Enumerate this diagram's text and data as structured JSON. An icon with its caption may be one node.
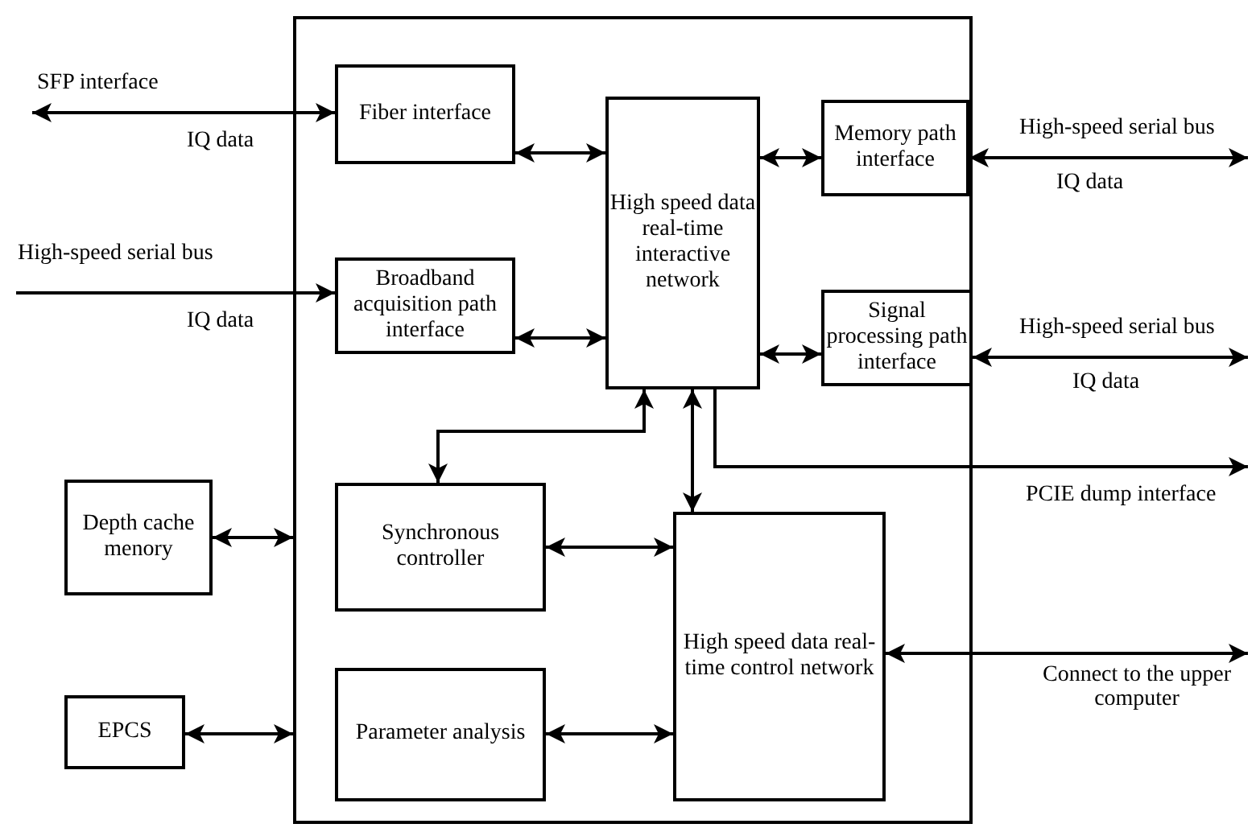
{
  "diagram": {
    "nodes": [
      {
        "text": [],
        "shape": "box"
      },
      {
        "text": [
          "Fiber interface"
        ],
        "in": 0
      },
      {
        "text": [
          "Broadband acquisition path interface"
        ],
        "in": 0
      },
      {
        "text": [
          "High speed data real-time interactive network"
        ],
        "in": 0
      },
      {
        "text": [
          "Memory path interface"
        ],
        "in": 0
      },
      {
        "text": [
          "Signal processing path interface"
        ],
        "in": 0
      },
      {
        "text": [
          "Synchronous controller"
        ],
        "in": 0
      },
      {
        "text": [
          "High speed data real-time control network"
        ],
        "in": 0
      },
      {
        "text": [
          "Parameter analysis"
        ],
        "in": 0
      },
      {
        "text": [
          "Depth cache menory"
        ]
      },
      {
        "text": [
          "EPCS"
        ]
      }
    ],
    "edges": [
      {
        "from": null,
        "to": 1,
        "arrow": "both",
        "label": "SFP interface"
      },
      {
        "from": null,
        "to": 2,
        "arrow": "to",
        "label": "High-speed serial bus"
      },
      {
        "from": 1,
        "to": 3,
        "arrow": "both"
      },
      {
        "from": 2,
        "to": 3,
        "arrow": "both"
      },
      {
        "from": 3,
        "to": 4,
        "arrow": "both"
      },
      {
        "from": 3,
        "to": 5,
        "arrow": "both"
      },
      {
        "from": 4,
        "to": null,
        "arrow": "both",
        "label": "High-speed serial bus"
      },
      {
        "from": 5,
        "to": null,
        "arrow": "both",
        "label": "High-speed serial bus"
      },
      {
        "from": 6,
        "to": 3,
        "arrow": "both"
      },
      {
        "from": 3,
        "to": 7,
        "arrow": "both"
      },
      {
        "from": 3,
        "to": null,
        "arrow": "to",
        "label": "PCIE dump interface"
      },
      {
        "from": 9,
        "to": 0,
        "arrow": "both"
      },
      {
        "from": 6,
        "to": 7,
        "arrow": "both"
      },
      {
        "from": 8,
        "to": 7,
        "arrow": "both"
      },
      {
        "from": 10,
        "to": 0,
        "arrow": "both"
      },
      {
        "from": 7,
        "to": null,
        "arrow": "both",
        "label": "Connect to the upper computer"
      }
    ],
    "labels": [
      "IQ data",
      "IQ data",
      "IQ data",
      "IQ data"
    ]
  }
}
